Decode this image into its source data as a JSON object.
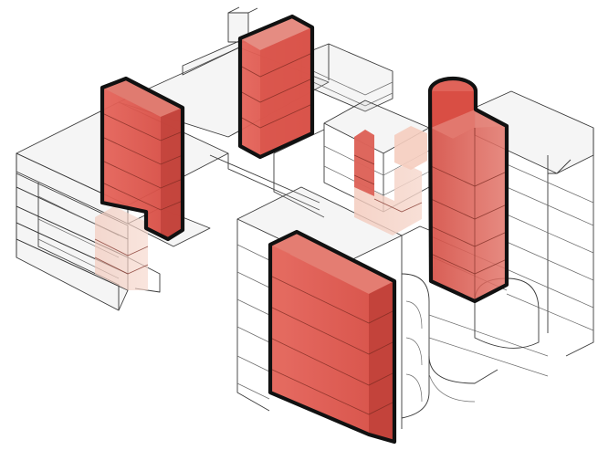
{
  "colors": {
    "background": "#ffffff",
    "wireframe": "#3a3a3a",
    "core_front": "#d9534a",
    "core_side": "#c7433b",
    "core_top": "#e88a80",
    "core_light": "#f2c0b0",
    "core_outline": "#111111"
  },
  "diagram": {
    "kind": "isometric building massing with highlighted vertical circulation cores",
    "highlighted_cores": 5,
    "ghosted_cores": 2
  }
}
